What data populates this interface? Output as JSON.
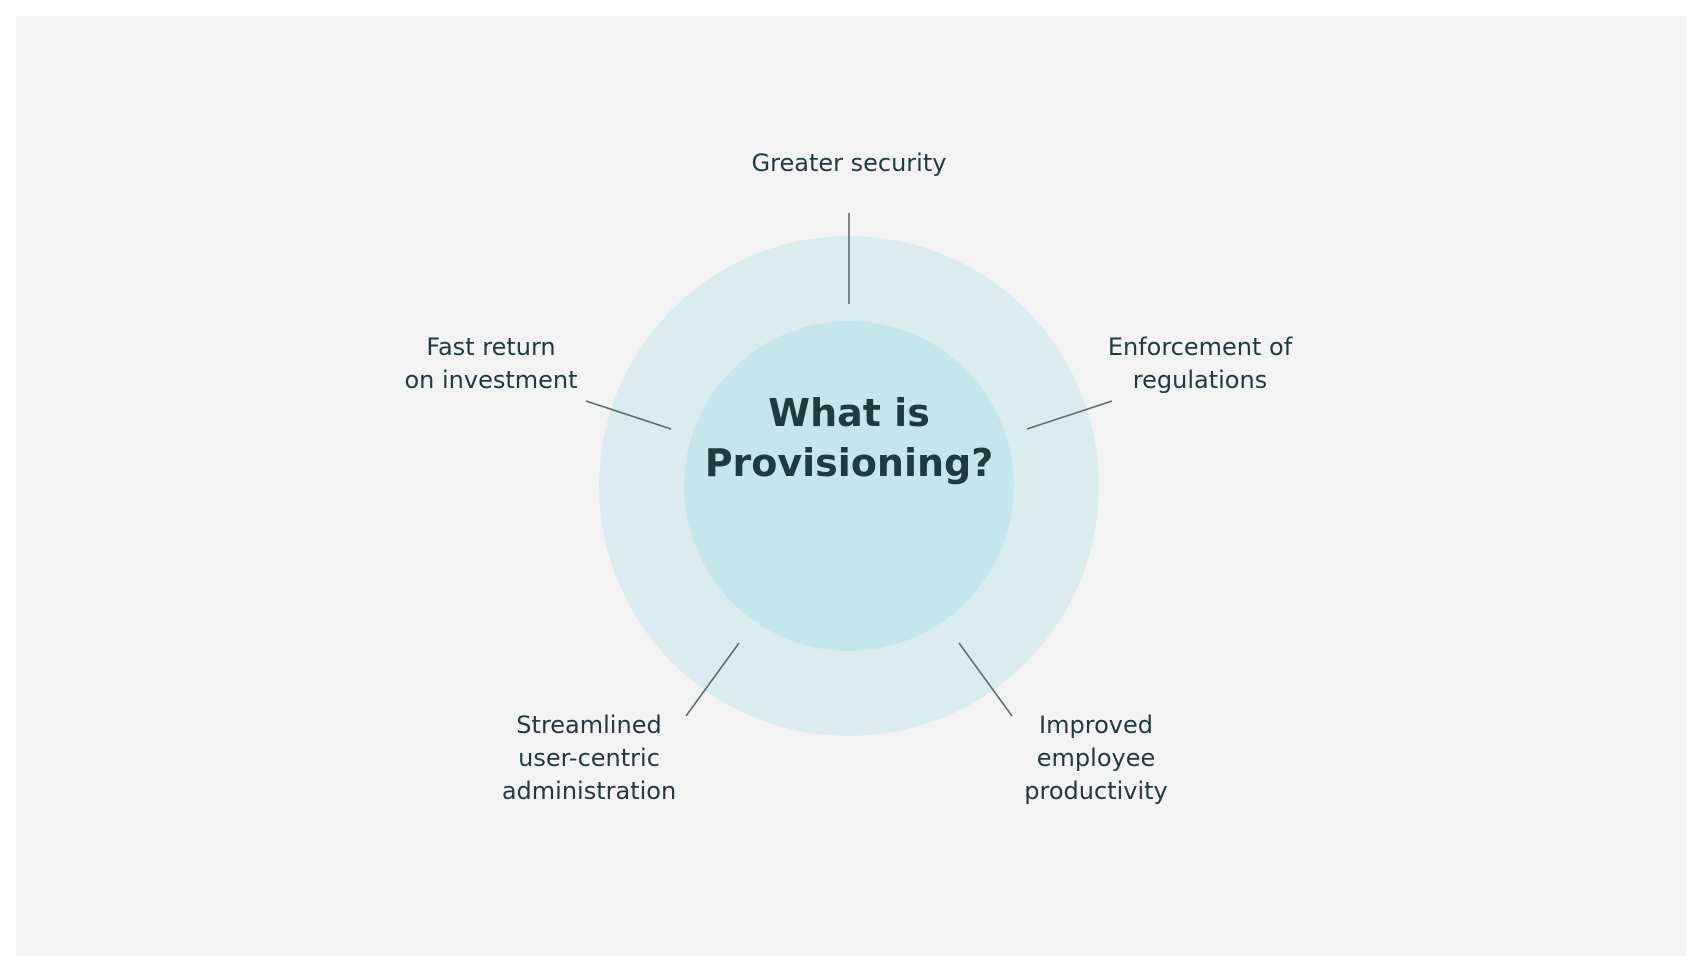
{
  "center": {
    "title": "What is\nProvisioning?"
  },
  "benefits": [
    {
      "id": "greater-security",
      "label": "Greater security"
    },
    {
      "id": "enforcement-of-regulations",
      "label": "Enforcement of\nregulations"
    },
    {
      "id": "improved-employee-productivity",
      "label": "Improved\nemployee\nproductivity"
    },
    {
      "id": "streamlined-administration",
      "label": "Streamlined\nuser-centric\nadministration"
    },
    {
      "id": "fast-return-on-investment",
      "label": "Fast return\non investment"
    }
  ],
  "colors": {
    "background": "#f3f3f3",
    "outer_ring": "#dbecf0",
    "inner_circle": "#c6e6ed",
    "connector": "#5a6b70",
    "text": "#1f3a40"
  }
}
